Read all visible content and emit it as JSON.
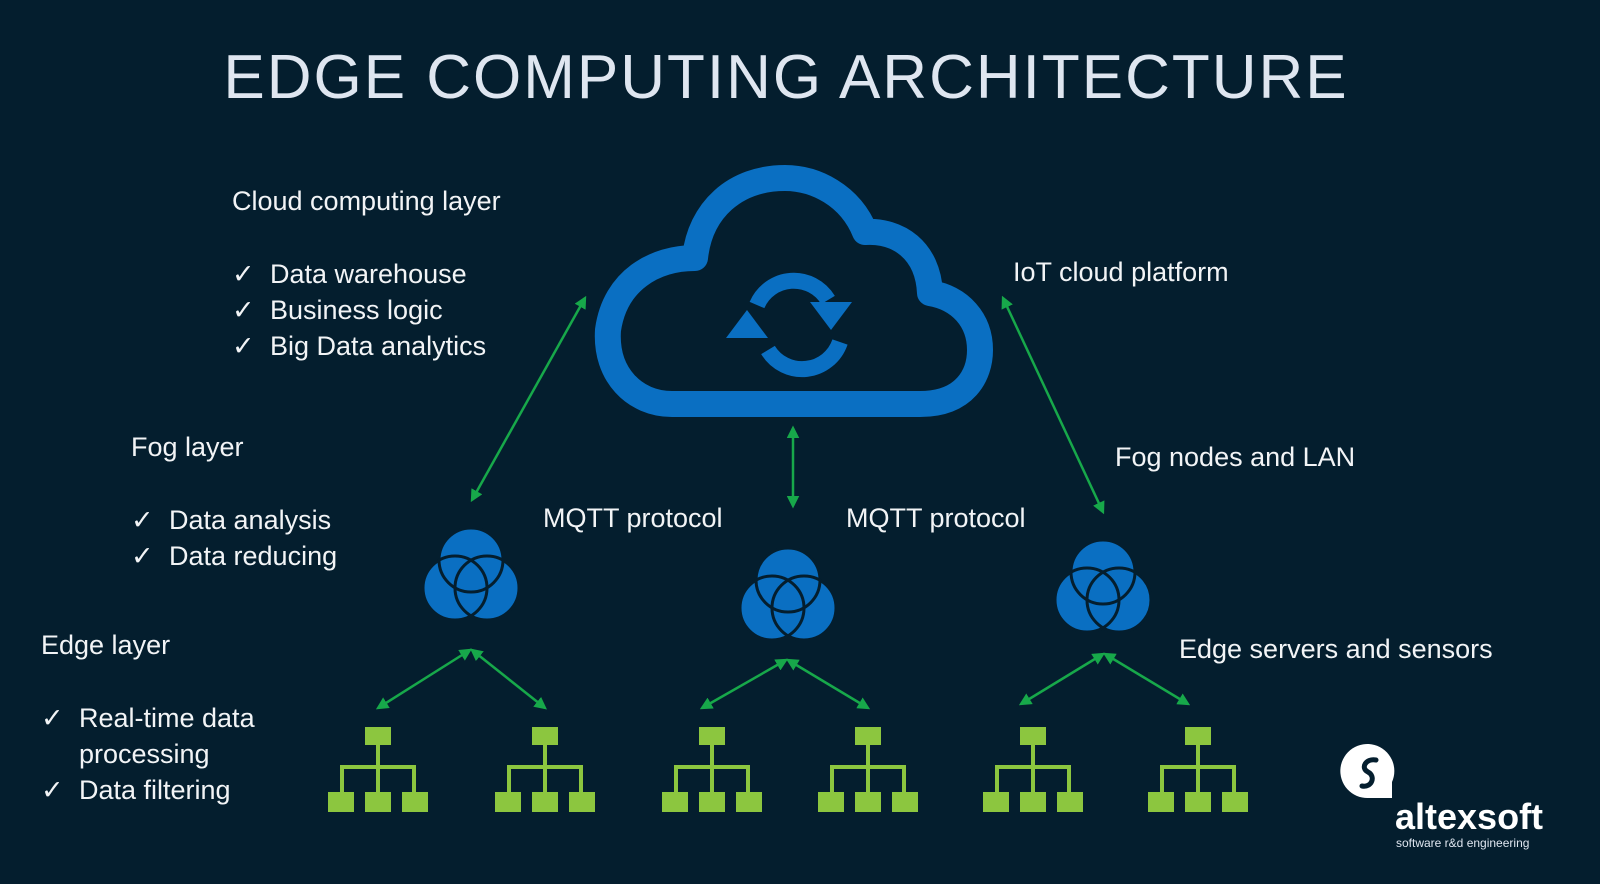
{
  "title": "EDGE COMPUTING ARCHITECTURE",
  "layers": {
    "cloud": {
      "heading": "Cloud computing layer",
      "items": [
        "Data warehouse",
        "Business logic",
        "Big Data analytics"
      ]
    },
    "fog": {
      "heading": "Fog layer",
      "items": [
        "Data analysis",
        "Data reducing"
      ]
    },
    "edge": {
      "heading": "Edge layer",
      "items": [
        "Real-time data processing",
        "Data filtering"
      ]
    }
  },
  "annotations": {
    "iot_cloud_platform": "IoT cloud platform",
    "fog_nodes": "Fog nodes and LAN",
    "mqtt_left": "MQTT protocol",
    "mqtt_right": "MQTT protocol",
    "edge_servers": "Edge servers and sensors"
  },
  "icons": {
    "check": "✓",
    "cloud": "cloud-sync-icon",
    "fog_node": "venn-circles-icon",
    "edge_node": "hierarchy-icon"
  },
  "colors": {
    "background": "#041e2e",
    "cloud_blue": "#0a6fc2",
    "arrow_green": "#17a84a",
    "edge_green": "#8cc63f",
    "text": "#f2f4f6"
  },
  "brand": {
    "name": "altexsoft",
    "tagline": "software r&d engineering"
  }
}
